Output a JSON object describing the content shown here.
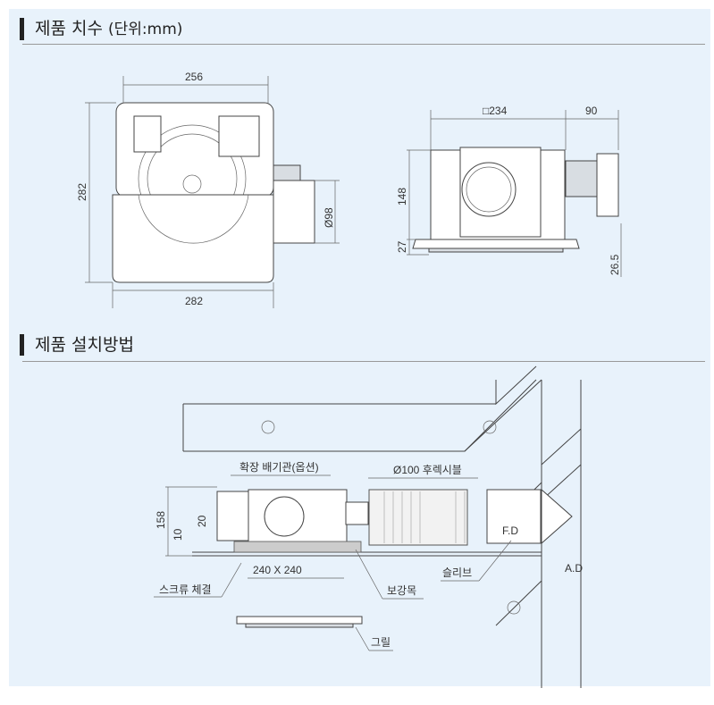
{
  "section1": {
    "title": "제품 치수",
    "unit": "(단위:mm)"
  },
  "front_view": {
    "width_top": "256",
    "width_bottom": "282",
    "height": "282",
    "duct_dia": "Ø98"
  },
  "side_view": {
    "body_width": "□234",
    "motor_width": "90",
    "body_height": "148",
    "grille_height": "27",
    "flange_height": "26.5"
  },
  "section2": {
    "title": "제품 설치방법"
  },
  "install": {
    "ext_duct": "확장 배기관(옵션)",
    "flexible": "Ø100 후렉시블",
    "h158": "158",
    "h20": "20",
    "h10": "10",
    "opening": "240 X 240",
    "screw": "스크류 체결",
    "reinforce": "보강목",
    "grille": "그릴",
    "sleeve": "슬리브",
    "fd": "F.D",
    "ad": "A.D"
  }
}
